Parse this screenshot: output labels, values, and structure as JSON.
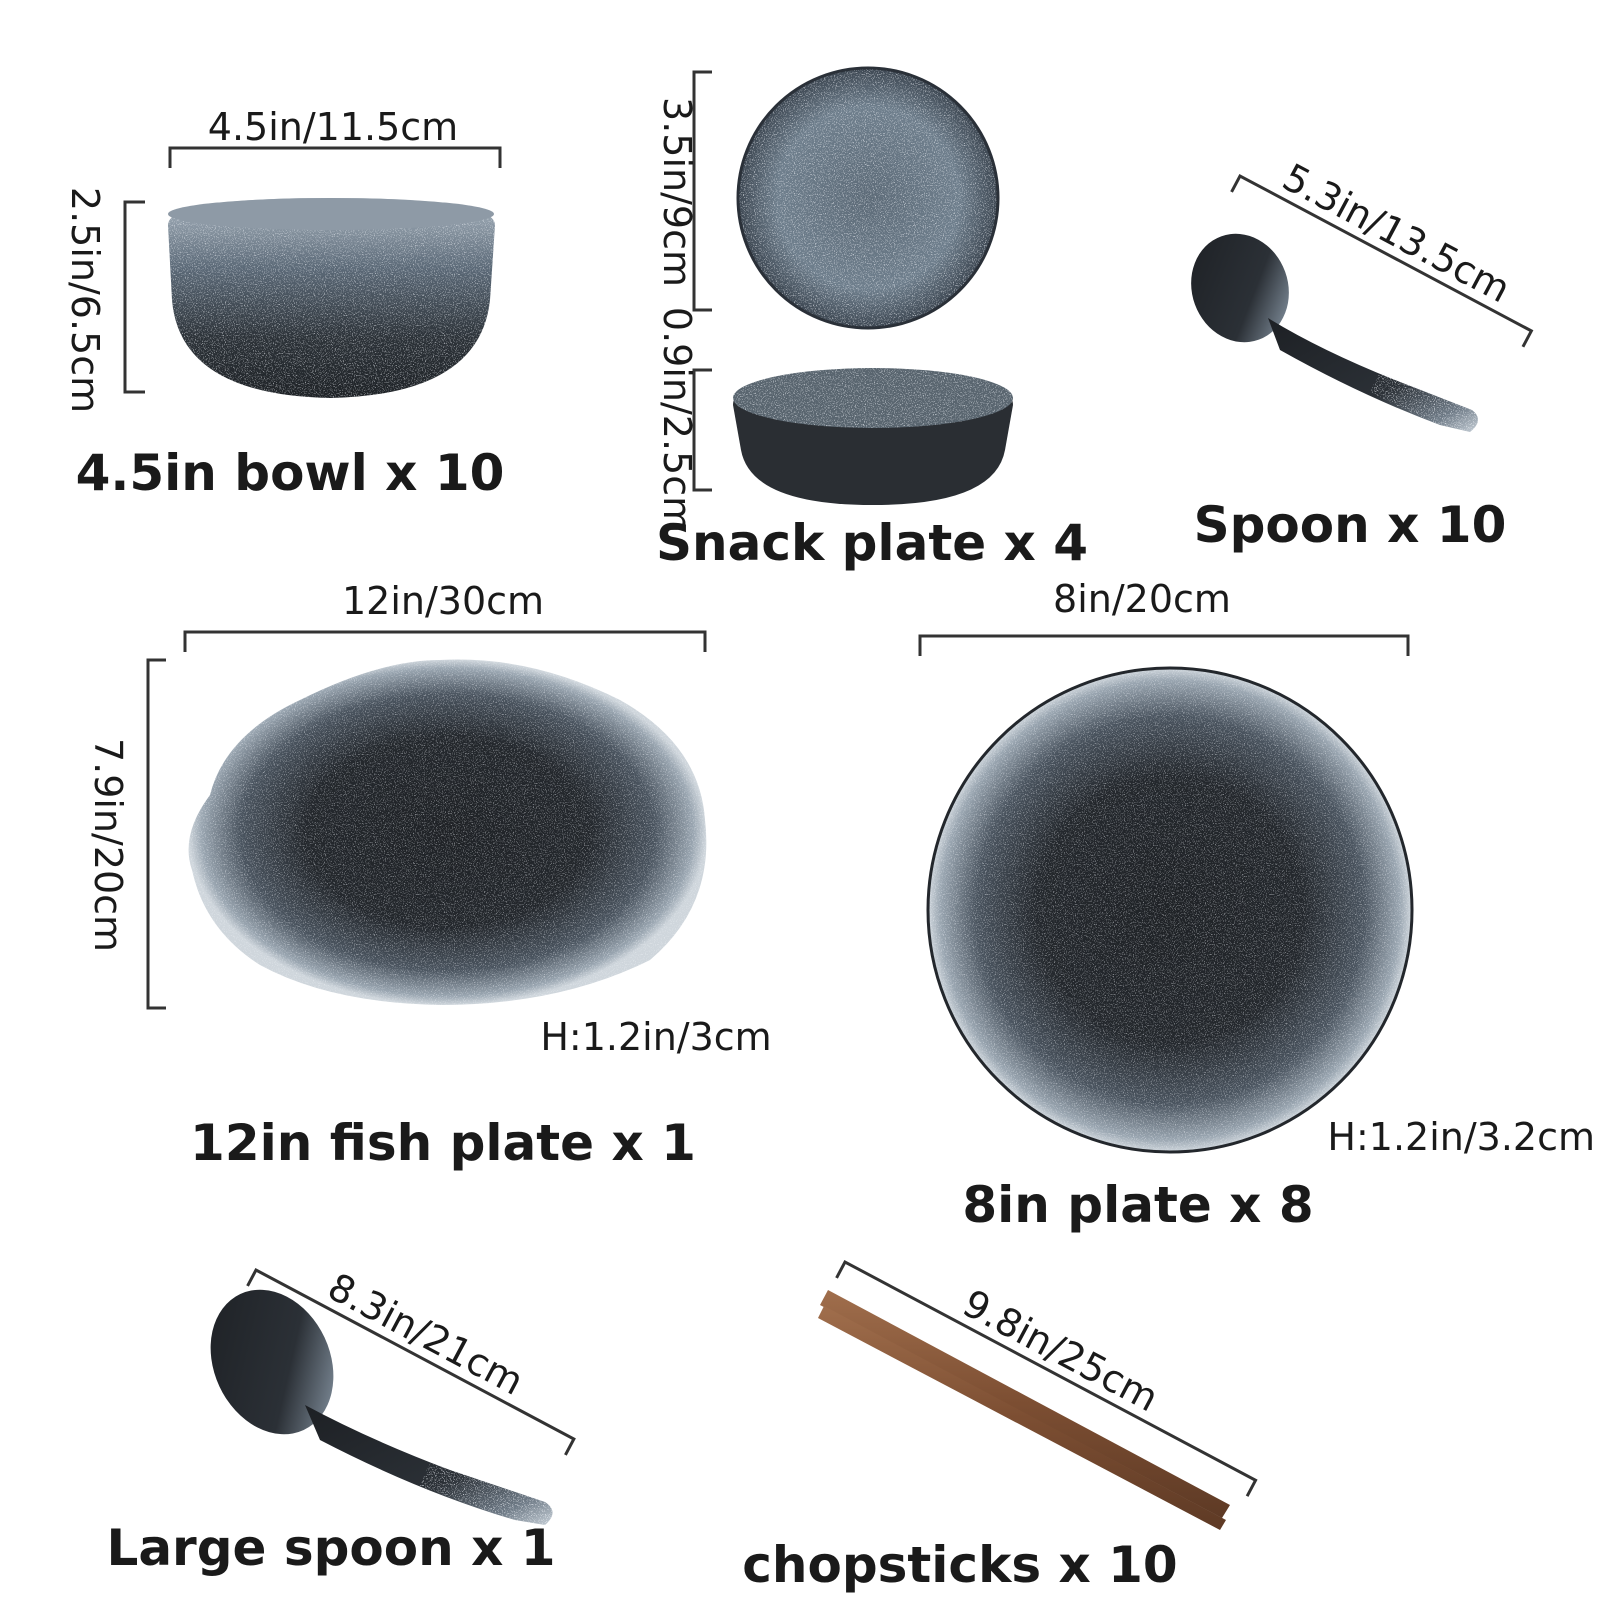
{
  "items": {
    "bowl": {
      "label": "4.5in bowl x 10",
      "width": "4.5in/11.5cm",
      "height": "2.5in/6.5cm"
    },
    "snack_plate": {
      "label": "Snack plate x 4",
      "diameter": "3.5in/9cm",
      "height": "0.9in/2.5cm"
    },
    "spoon": {
      "label": "Spoon x 10",
      "length": "5.3in/13.5cm"
    },
    "fish_plate": {
      "label": "12in fish plate x 1",
      "width": "12in/30cm",
      "length": "7.9in/20cm",
      "height": "H:1.2in/3cm"
    },
    "plate": {
      "label": "8in plate x 8",
      "diameter": "8in/20cm",
      "height": "H:1.2in/3.2cm"
    },
    "large_spoon": {
      "label": "Large spoon x 1",
      "length": "8.3in/21cm"
    },
    "chopsticks": {
      "label": "chopsticks x 10",
      "length": "9.8in/25cm"
    }
  },
  "colors": {
    "ceramic_dark": "#2a2e33",
    "ceramic_speckle": "#c9d2da",
    "wood": "#8a5a3c",
    "line": "#333333"
  }
}
